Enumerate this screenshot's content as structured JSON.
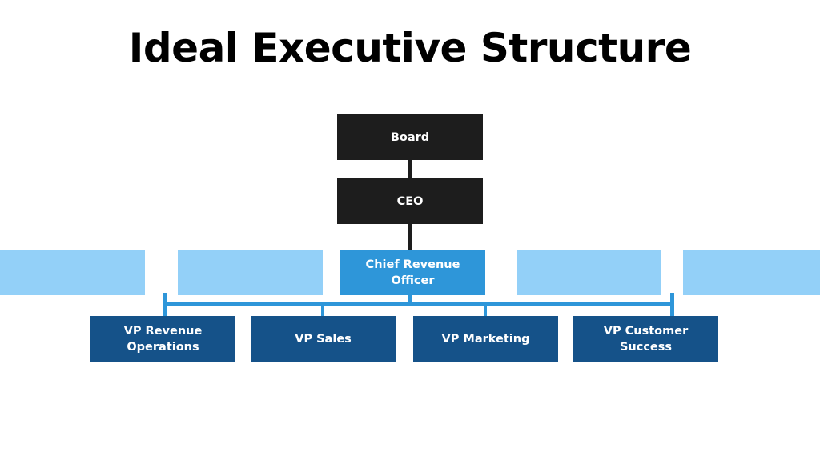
{
  "title": "Ideal Executive Structure",
  "nodes": {
    "board": "Board",
    "ceo": "CEO",
    "cro": "Chief Revenue Officer",
    "vp_revenue_operations": "VP Revenue Operations",
    "vp_sales": "VP Sales",
    "vp_marketing": "VP Marketing",
    "vp_customer_success": "VP Customer Success"
  },
  "colors": {
    "executive_box": "#1d1d1d",
    "cro_box": "#2e96d9",
    "vp_box": "#155289",
    "placeholder_box": "#93d0f8",
    "connector_dark": "#1d1d1d",
    "connector_blue": "#2e96d9",
    "title_text": "#000000",
    "box_text": "#ffffff"
  }
}
